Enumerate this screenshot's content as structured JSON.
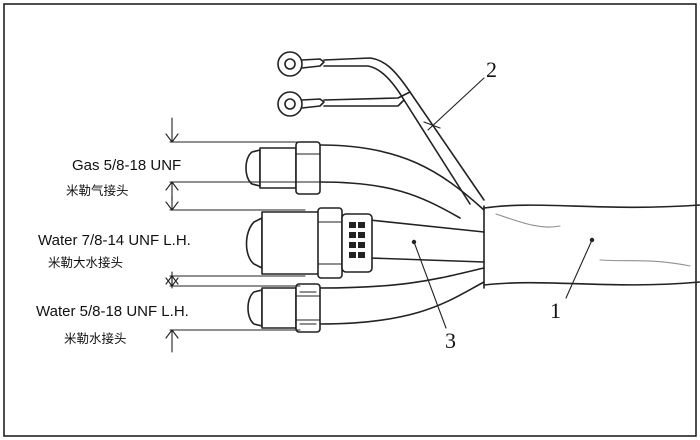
{
  "labels": {
    "gas_en": "Gas 5/8-18 UNF",
    "gas_cn": "米勒气接头",
    "water_large_en": "Water 7/8-14 UNF L.H.",
    "water_large_cn": "米勒大水接头",
    "water_small_en": "Water 5/8-18 UNF L.H.",
    "water_small_cn": "米勒水接头"
  },
  "callouts": {
    "n1": "1",
    "n2": "2",
    "n3": "3"
  }
}
